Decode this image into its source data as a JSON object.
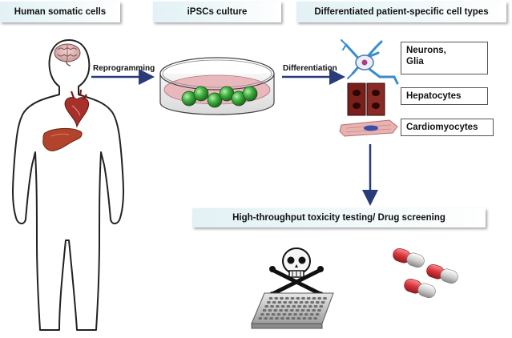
{
  "banners": {
    "somatic": "Human somatic cells",
    "ipsc": "iPSCs culture",
    "differentiated": "Differentiated patient-specific cell types",
    "toxicity": "High-throughput toxicity testing/ Drug screening"
  },
  "arrows": {
    "reprogramming": "Reprogramming",
    "differentiation": "Differentiation"
  },
  "cell_types": {
    "neurons_line1": "Neurons,",
    "neurons_line2": "Glia",
    "hepatocytes": "Hepatocytes",
    "cardiomyocytes": "Cardiomyocytes"
  },
  "colors": {
    "arrow": "#2a3b7a",
    "banner": "#e3f1f5",
    "sphere": "#3aa83a",
    "dish_liquid": "#e9b8bc",
    "organ": "#b03a2e",
    "capsule_red": "#d8343a",
    "capsule_grey": "#c9c9c9"
  }
}
